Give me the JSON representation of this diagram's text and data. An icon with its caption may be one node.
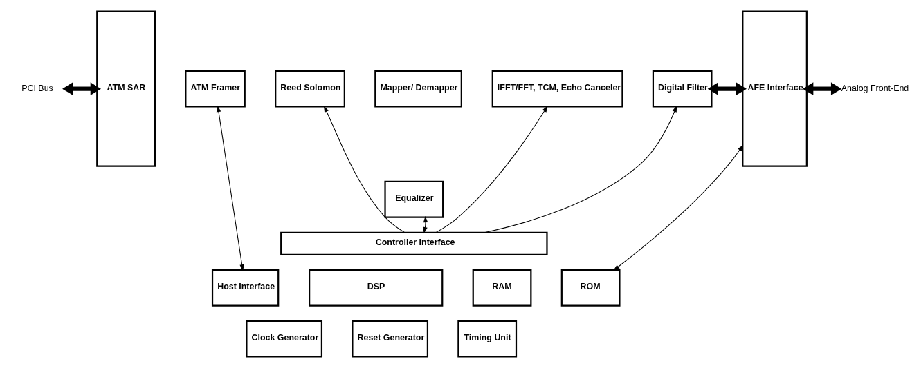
{
  "diagram": {
    "nodes": [
      {
        "text": [
          "PCI Bus"
        ]
      },
      {
        "text": [
          "ATM SAR"
        ]
      },
      {
        "text": [
          "ATM Framer"
        ]
      },
      {
        "text": [
          "Reed Solomon"
        ]
      },
      {
        "text": [
          "Mapper/ Demapper"
        ]
      },
      {
        "text": [
          "Equalizer"
        ]
      },
      {
        "text": [
          "IFFT/FFT, TCM, Echo Canceler"
        ]
      },
      {
        "text": [
          "Digital Filter"
        ]
      },
      {
        "text": [
          "AFE Interface"
        ]
      },
      {
        "text": [
          "Analog Front-End"
        ]
      },
      {
        "text": [
          "Controller Interface"
        ]
      },
      {
        "text": [
          "Host Interface"
        ]
      },
      {
        "text": [
          "DSP"
        ]
      },
      {
        "text": [
          "RAM"
        ]
      },
      {
        "text": [
          "ROM"
        ]
      },
      {
        "text": [
          "Clock Generator"
        ]
      },
      {
        "text": [
          "Reset Generator"
        ]
      },
      {
        "text": [
          "Timing Unit"
        ]
      }
    ],
    "edges": [
      {
        "from": 0,
        "to": 1,
        "arrow": "both",
        "style": "thick"
      },
      {
        "from": 2,
        "to": 11,
        "arrow": "both"
      },
      {
        "from": 10,
        "to": 3,
        "arrow": "to"
      },
      {
        "from": 10,
        "to": 5,
        "arrow": "both"
      },
      {
        "from": 10,
        "to": 6,
        "arrow": "to"
      },
      {
        "from": 10,
        "to": 7,
        "arrow": "to"
      },
      {
        "from": 7,
        "to": 8,
        "arrow": "both",
        "style": "thick"
      },
      {
        "from": 8,
        "to": 9,
        "arrow": "both",
        "style": "thick"
      },
      {
        "from": 14,
        "to": 8,
        "arrow": "both"
      }
    ]
  }
}
